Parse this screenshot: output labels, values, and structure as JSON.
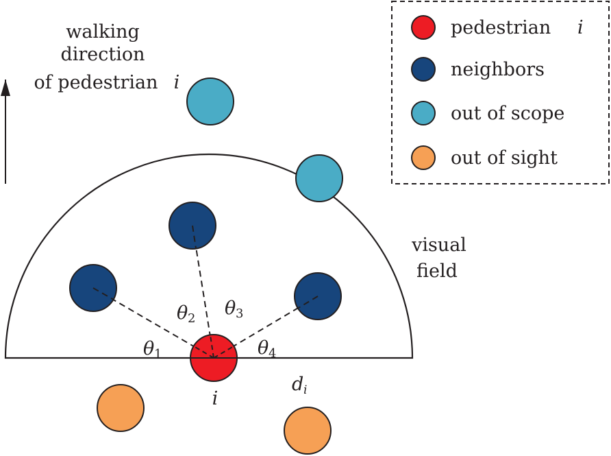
{
  "title_label": {
    "line1": "walking",
    "line2": "direction",
    "line3": "of pedestrian",
    "var": "i"
  },
  "visual_field_label": {
    "line1": "visual",
    "line2": "field"
  },
  "angles": {
    "theta1": {
      "sym": "θ",
      "sub": "1"
    },
    "theta2": {
      "sym": "θ",
      "sub": "2"
    },
    "theta3": {
      "sym": "θ",
      "sub": "3"
    },
    "theta4": {
      "sym": "θ",
      "sub": "4"
    }
  },
  "pedestrian_label": "i",
  "distance_label": {
    "sym": "d",
    "sub": "i"
  },
  "legend": {
    "items": [
      {
        "label": "pedestrian",
        "var": "i",
        "color": "#ed1c24"
      },
      {
        "label": "neighbors",
        "var": "",
        "color": "#17457c"
      },
      {
        "label": "out of scope",
        "var": "",
        "color": "#4aacc6"
      },
      {
        "label": "out of sight",
        "var": "",
        "color": "#f6a055"
      }
    ]
  },
  "colors": {
    "pedestrian": "#ed1c24",
    "neighbor": "#17457c",
    "out_of_scope": "#4aacc6",
    "out_of_sight": "#f6a055",
    "stroke": "#231f20"
  }
}
